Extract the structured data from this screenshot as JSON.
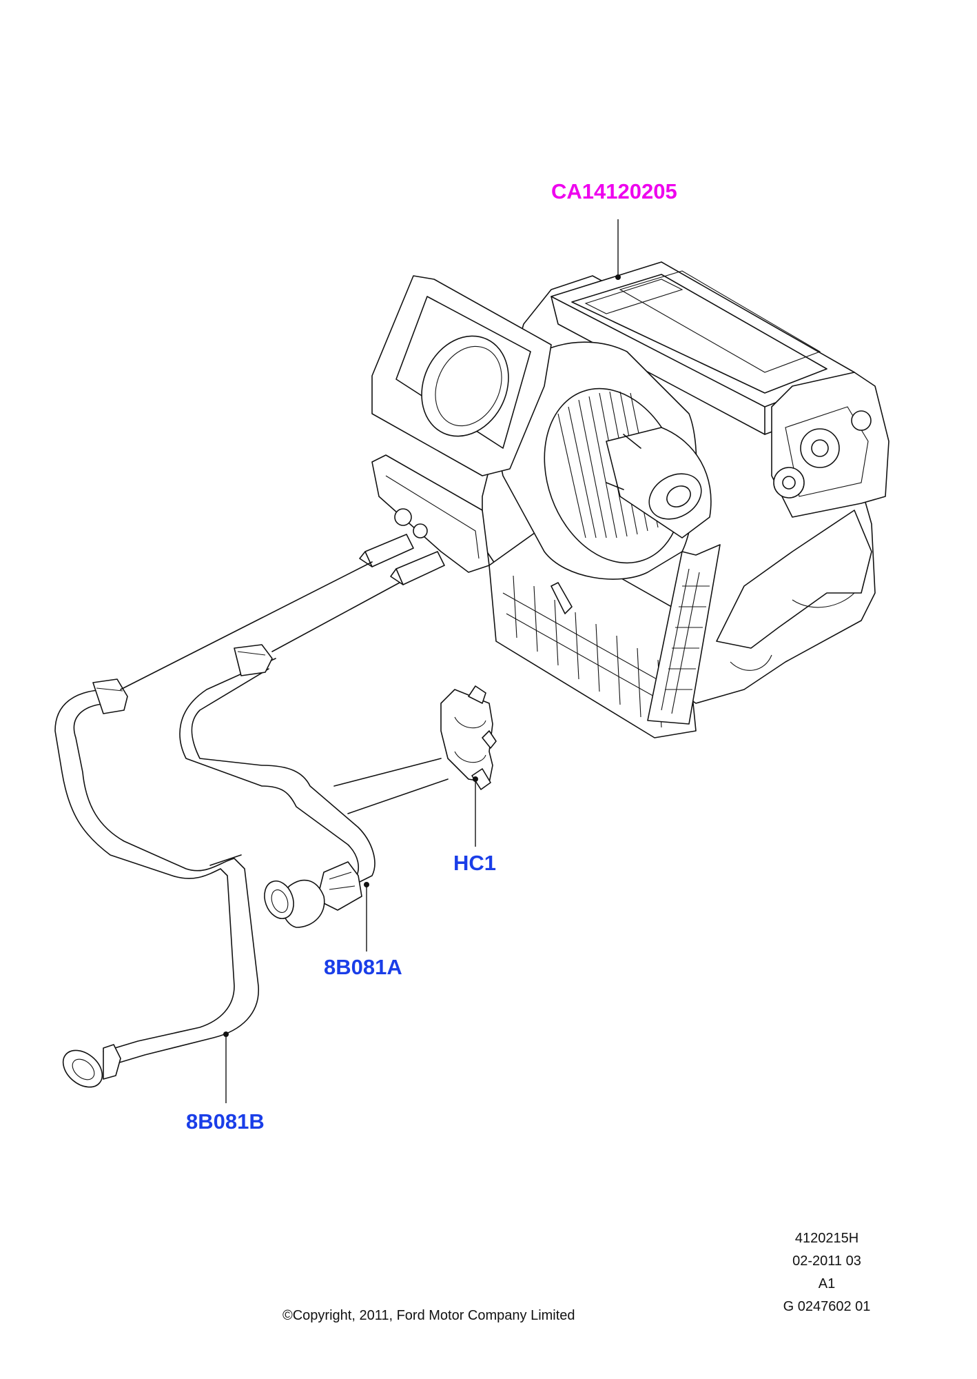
{
  "parts": [
    {
      "id": "heater_blower",
      "label": "CA14120205",
      "color": "#ee00ee"
    },
    {
      "id": "hose_clamp",
      "label": "HC1",
      "color": "#1a3ee8"
    },
    {
      "id": "heater_hose_upper",
      "label": "8B081A",
      "color": "#1a3ee8"
    },
    {
      "id": "heater_hose_lower",
      "label": "8B081B",
      "color": "#1a3ee8"
    }
  ],
  "footer": {
    "ref_code": "4120215H",
    "date_code": "02-2011 03",
    "variant": "A1",
    "graphic_id": "G 0247602 01",
    "copyright": "©Copyright, 2011, Ford Motor Company Limited"
  }
}
